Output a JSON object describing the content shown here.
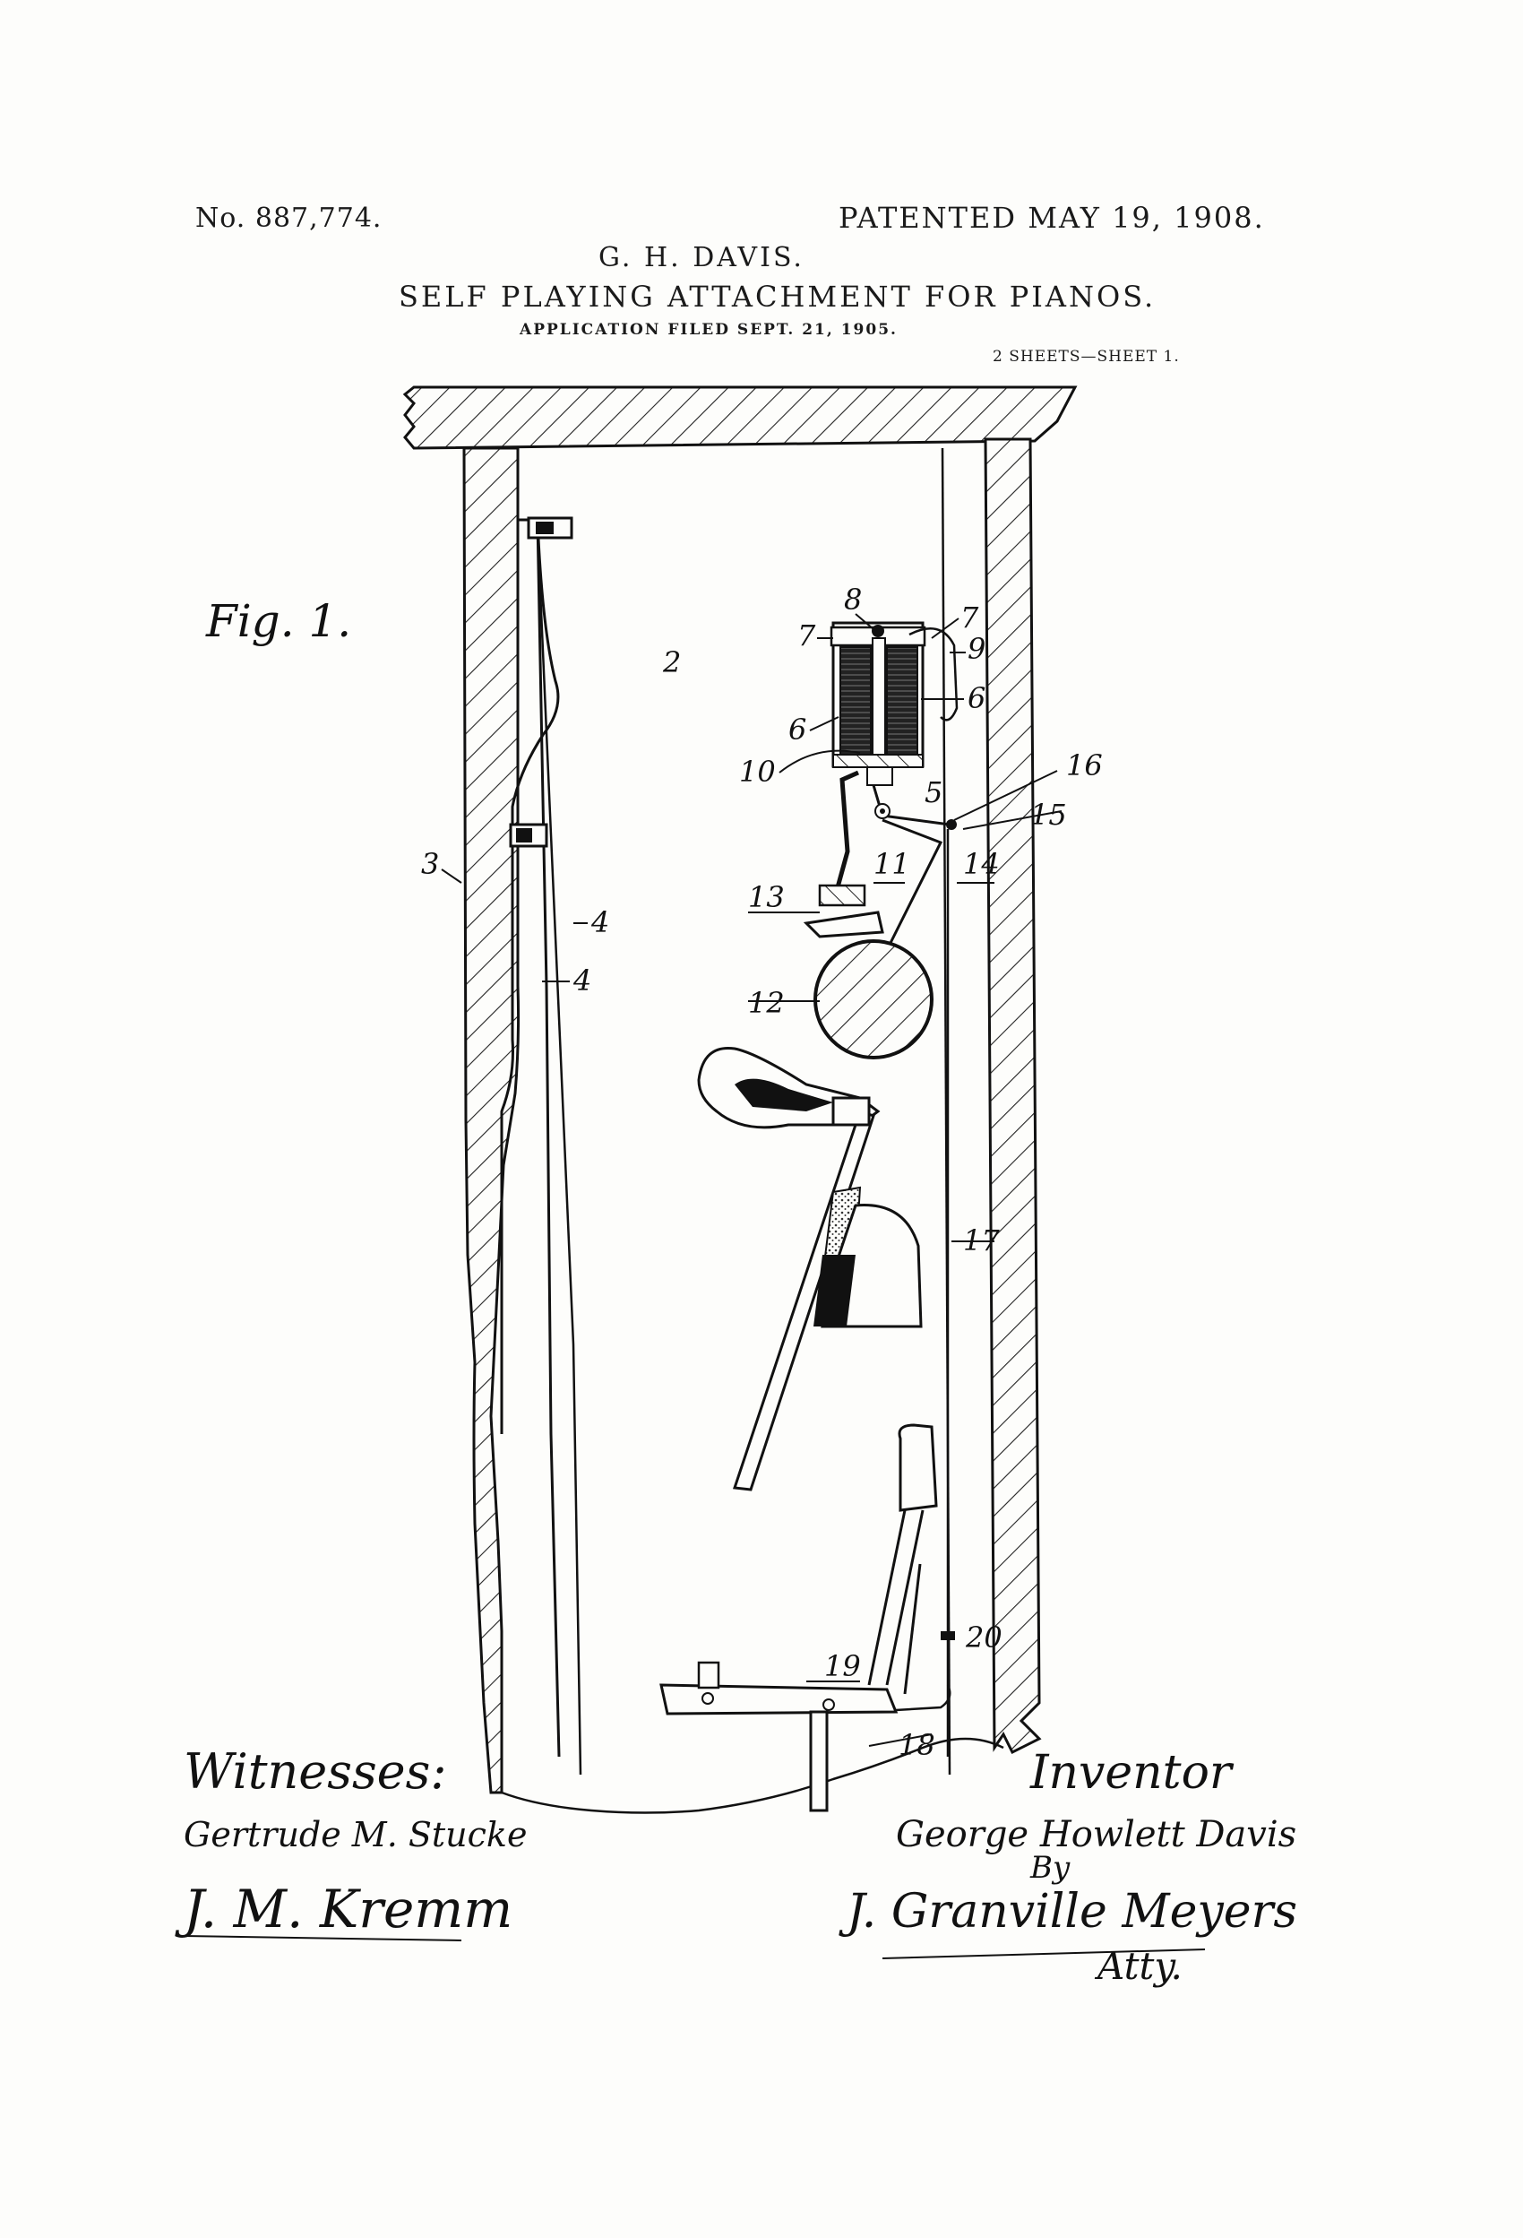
{
  "header": {
    "patent_number": "No. 887,774.",
    "patent_date": "PATENTED MAY 19, 1908.",
    "inventor": "G. H. DAVIS.",
    "title": "SELF PLAYING ATTACHMENT FOR PIANOS.",
    "application": "APPLICATION FILED SEPT. 21, 1905.",
    "sheets": "2 SHEETS—SHEET 1."
  },
  "figure": {
    "label": "Fig. 1.",
    "reference_numerals": [
      "2",
      "3",
      "4",
      "4",
      "5",
      "6",
      "6",
      "7",
      "7",
      "8",
      "9",
      "10",
      "11",
      "12",
      "13",
      "14",
      "15",
      "16",
      "17",
      "18",
      "19",
      "20"
    ]
  },
  "signatures": {
    "witnesses_label": "Witnesses:",
    "witness_1": "Gertrude M. Stucke",
    "witness_2": "J. M. Kremm",
    "inventor_label": "Inventor",
    "inventor_signature": "George Howlett Davis",
    "by": "By",
    "attorney": "J. Granville Meyers",
    "attorney_suffix": "Atty."
  }
}
